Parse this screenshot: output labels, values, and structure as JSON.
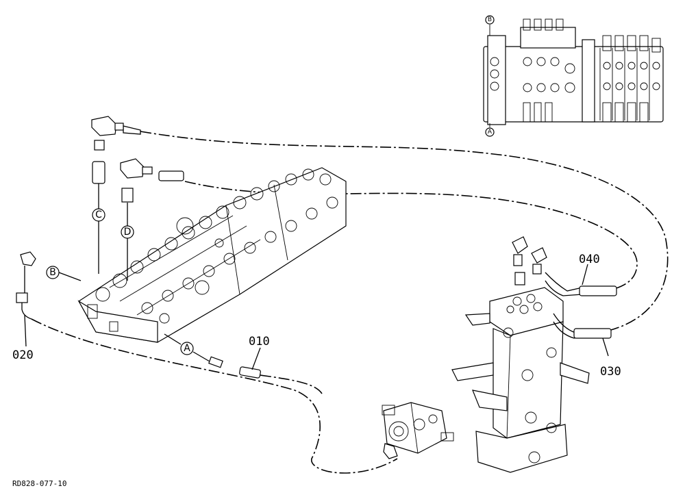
{
  "diagram": {
    "part_labels": {
      "p010": "010",
      "p020": "020",
      "p030": "030",
      "p040": "040"
    },
    "port_markers": {
      "a": "A",
      "b": "B",
      "c": "C",
      "d": "D",
      "inset_a": "A",
      "inset_b": "B"
    },
    "reference_code": "RD828-077-10",
    "line_color": "#000000",
    "background_color": "#ffffff"
  }
}
